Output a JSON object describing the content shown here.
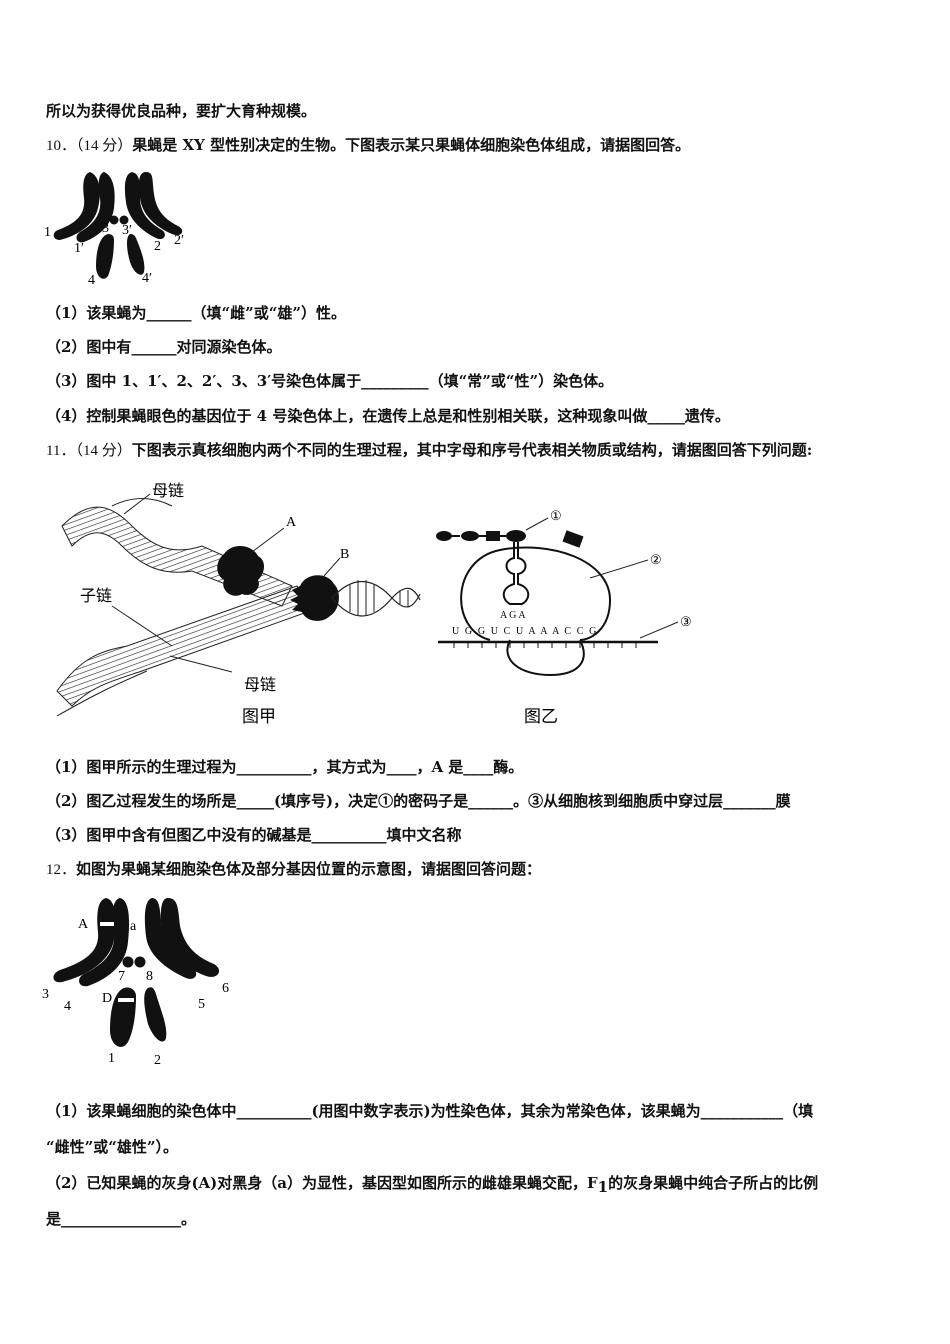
{
  "lines": {
    "l0": "所以为获得优良品种，要扩大育种规模。",
    "q10_num": "10．",
    "q10_score": "（14 分）",
    "q10_text": "果蝇是 XY 型性别决定的生物。下图表示某只果蝇体细胞染色体组成，请据图回答。",
    "q10_1": "（1）该果蝇为______（填“雌”或“雄”）性。",
    "q10_2": "（2）图中有______对同源染色体。",
    "q10_3": "（3）图中 1、1′、2、2′、3、3′号染色体属于_________（填“常”或“性”）染色体。",
    "q10_4": "（4）控制果蝇眼色的基因位于 4 号染色体上，在遗传上总是和性别相关联，这种现象叫做_____遗传。",
    "q11_num": "11．",
    "q11_score": "（14 分）",
    "q11_text": "下图表示真核细胞内两个不同的生理过程，其中字母和序号代表相关物质或结构，请据图回答下列问题:",
    "q11_1": "（1）图甲所示的生理过程为__________，其方式为____，A 是____酶。",
    "q11_2": "（2）图乙过程发生的场所是_____(填序号)，决定①的密码子是______。③从细胞核到细胞质中穿过层_______膜",
    "q11_3": "（3）图甲中含有但图乙中没有的碱基是__________填中文名称",
    "q12_num": "12．",
    "q12_text": "如图为果蝇某细胞染色体及部分基因位置的示意图，请据图回答问题：",
    "q12_1a": "（1）该果蝇细胞的染色体中__________(用图中数字表示)为性染色体，其余为常染色体，该果蝇为___________（填",
    "q12_1b": "“雌性”或“雄性”）。",
    "q12_2a_pre": "（2）已知果蝇的灰身(A)对黑身（a）为显性，基因型如图所示的雌雄果蝇交配，F",
    "q12_2a_sub": "1",
    "q12_2a_post": "的灰身果蝇中纯合子所占的比例",
    "q12_2b": "是________________。"
  },
  "fig10": {
    "labels": [
      "1",
      "1′",
      "3",
      "3′",
      "2",
      "2′",
      "4",
      "4′"
    ]
  },
  "fig11": {
    "jia_labels": {
      "mother_top": "母链",
      "child": "子链",
      "mother_bottom": "母链",
      "A": "A",
      "B": "B",
      "caption": "图甲"
    },
    "yi_labels": {
      "c1": "①",
      "c2": "②",
      "c3": "③",
      "anticodon": "A G A",
      "mrna": "U G G U C U A A A C C G",
      "caption": "图乙"
    }
  },
  "fig12": {
    "labels": [
      "A",
      "a",
      "7",
      "8",
      "3",
      "4",
      "D",
      "5",
      "6",
      "1",
      "2"
    ]
  }
}
